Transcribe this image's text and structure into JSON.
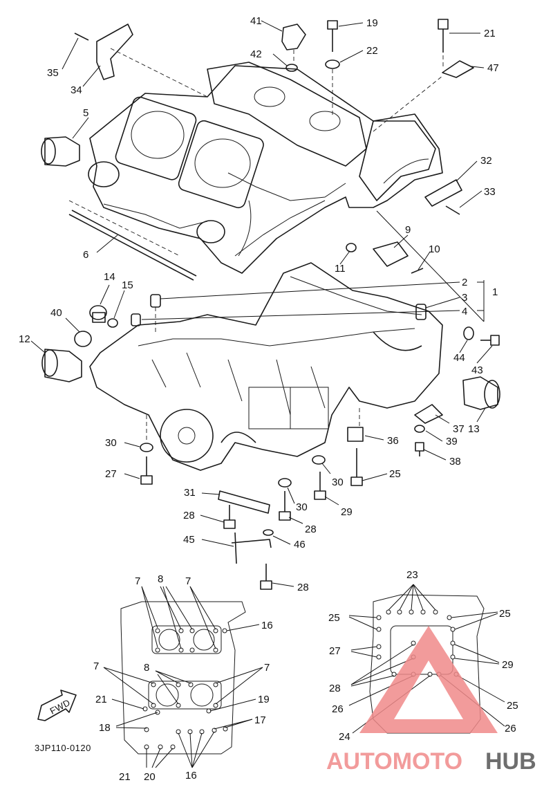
{
  "diagram": {
    "drawing_code": "3JP110-0120",
    "fwd_label": "FWD",
    "watermark": {
      "part1": "AUTOMOTO",
      "part2": "HUB",
      "color_accent": "#f08a8a",
      "color_dark": "#555555"
    },
    "callouts": [
      "1",
      "2",
      "3",
      "4",
      "5",
      "6",
      "7",
      "8",
      "9",
      "10",
      "11",
      "12",
      "13",
      "14",
      "15",
      "16",
      "17",
      "18",
      "19",
      "20",
      "21",
      "22",
      "23",
      "24",
      "25",
      "26",
      "27",
      "28",
      "29",
      "30",
      "31",
      "32",
      "33",
      "34",
      "35",
      "36",
      "37",
      "38",
      "39",
      "40",
      "41",
      "42",
      "43",
      "44",
      "45",
      "46",
      "47"
    ]
  }
}
